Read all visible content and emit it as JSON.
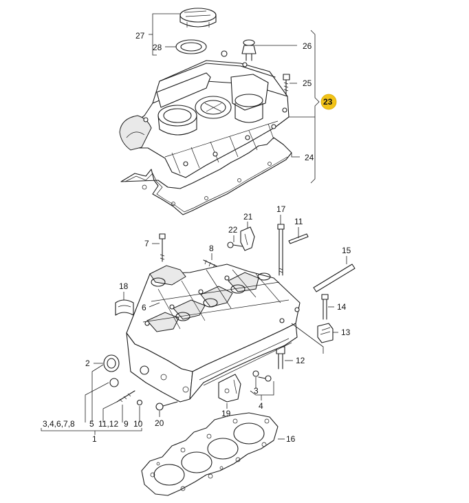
{
  "labels": {
    "l27": "27",
    "l28": "28",
    "l26": "26",
    "l25": "25",
    "l23": "23",
    "l24": "24",
    "l17": "17",
    "l11": "11",
    "l21": "21",
    "l22": "22",
    "l8": "8",
    "l7": "7",
    "l15": "15",
    "l18": "18",
    "l6": "6",
    "l14": "14",
    "l13": "13",
    "l2": "2",
    "l12": "12",
    "l3": "3",
    "l4": "4",
    "l19": "19",
    "l20": "20",
    "l16": "16",
    "l1": "1",
    "group_left": "3,4,6,7,8",
    "group_5": "5",
    "group_1112": "11,12",
    "group_9": "9",
    "group_10": "10"
  },
  "colors": {
    "highlight": "#f2c318",
    "line": "#1a1a1a",
    "background": "#ffffff"
  }
}
